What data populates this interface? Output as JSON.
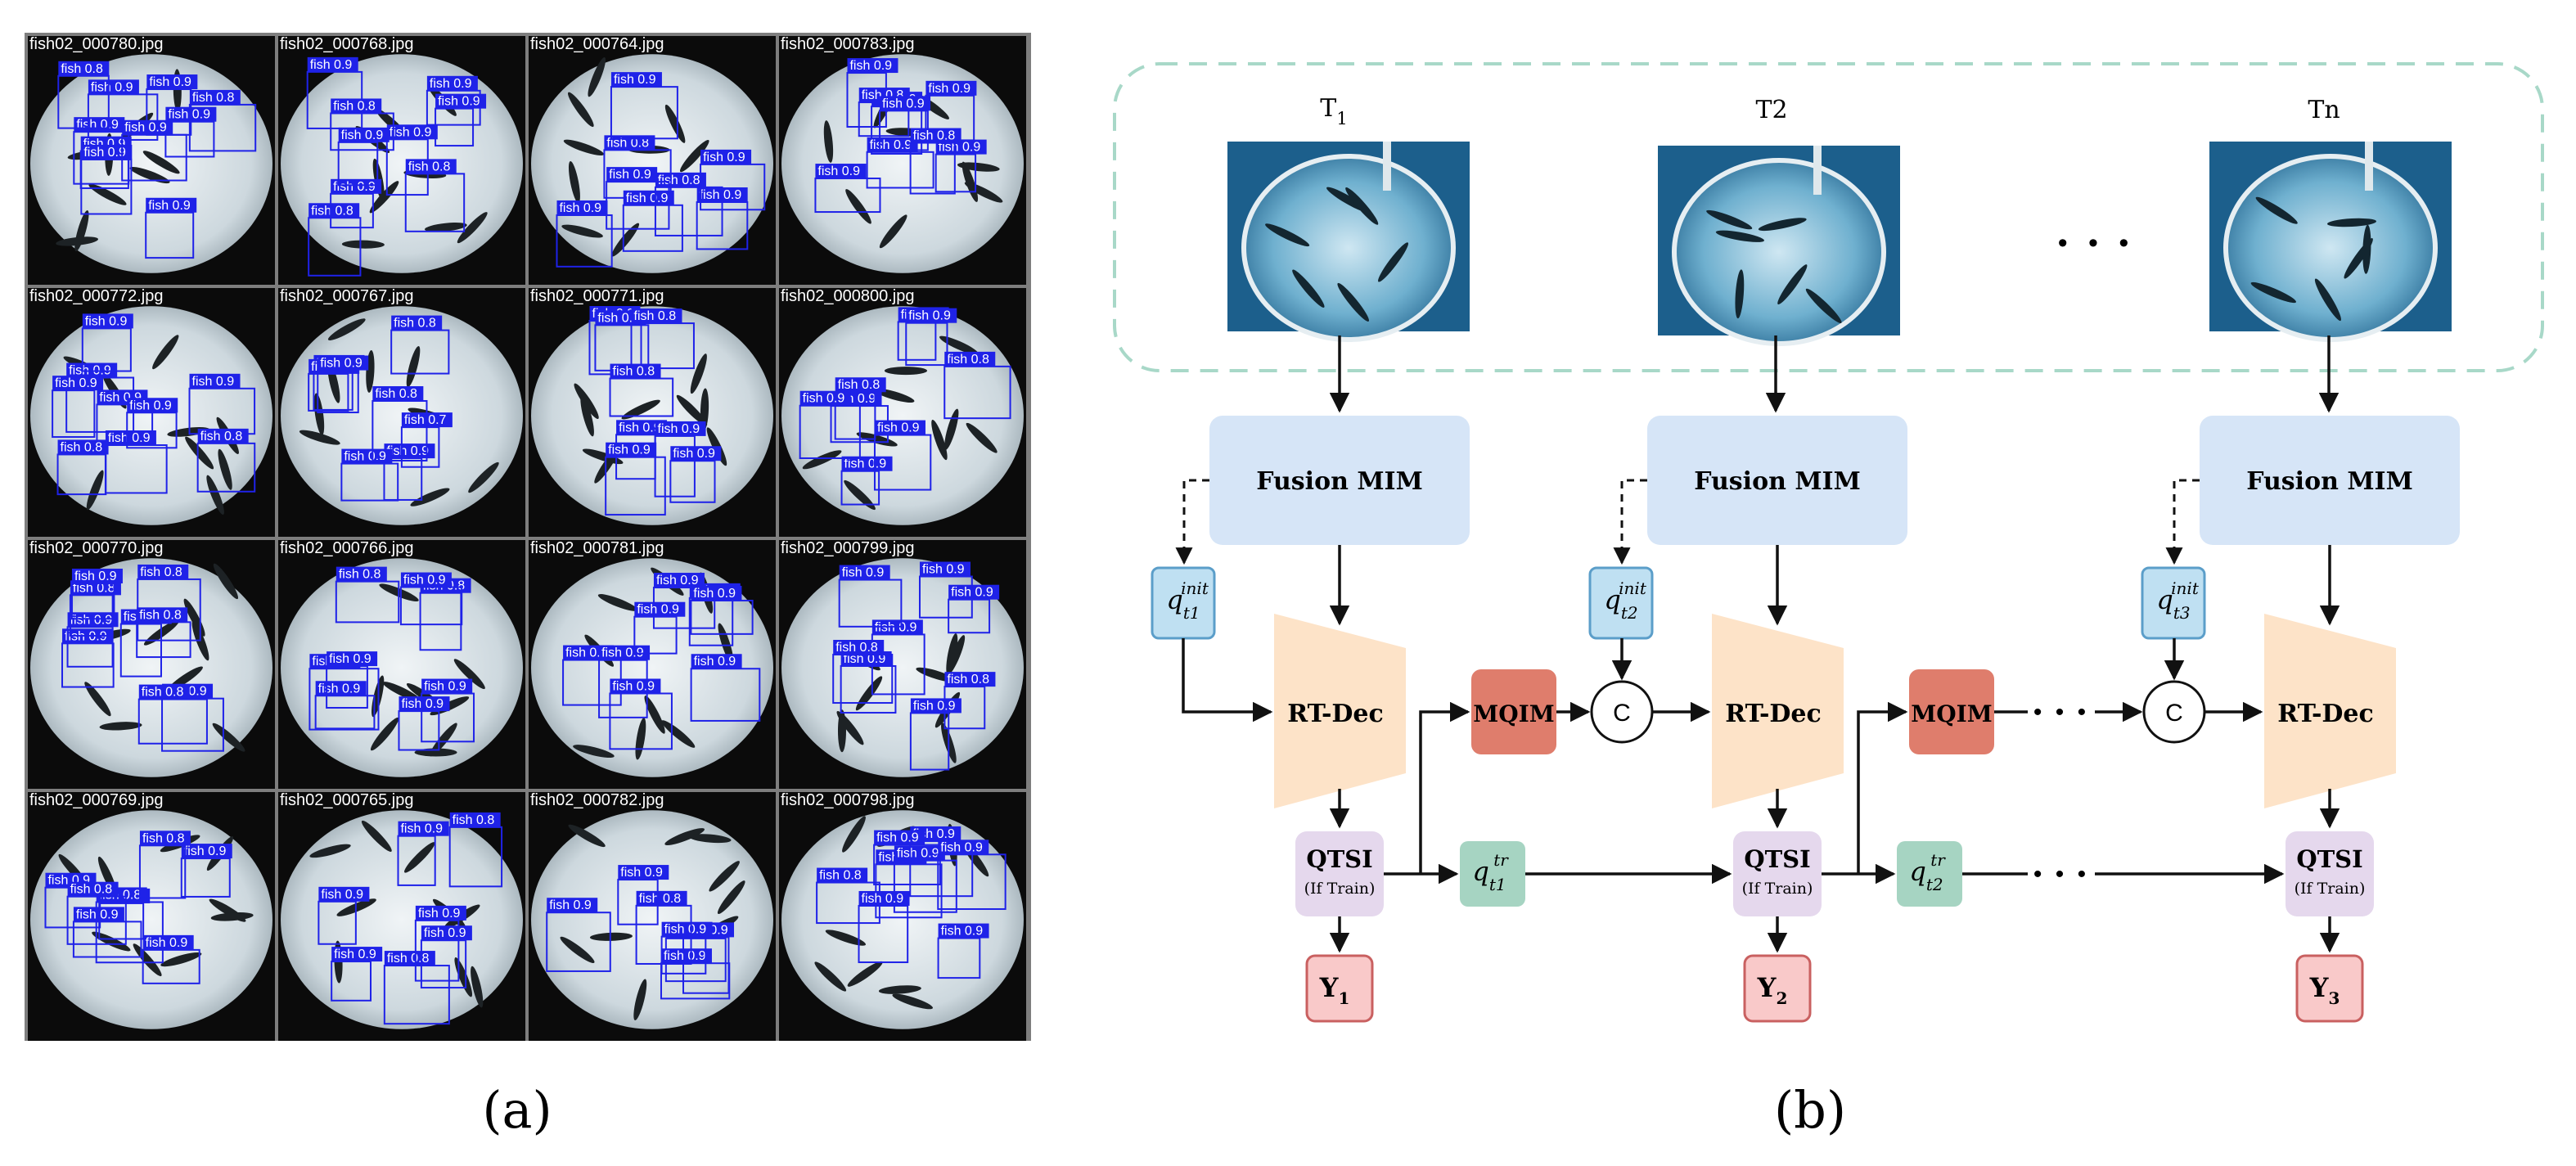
{
  "panel_a": {
    "caption": "(a)",
    "rows": [
      [
        "fish02_000780.jpg",
        "fish02_000768.jpg",
        "fish02_000764.jpg",
        "fish02_000783.jpg"
      ],
      [
        "fish02_000772.jpg",
        "fish02_000767.jpg",
        "fish02_000771.jpg",
        "fish02_000800.jpg"
      ],
      [
        "fish02_000770.jpg",
        "fish02_000766.jpg",
        "fish02_000781.jpg",
        "fish02_000799.jpg"
      ],
      [
        "fish02_000769.jpg",
        "fish02_000765.jpg",
        "fish02_000782.jpg",
        "fish02_000798.jpg"
      ]
    ],
    "detection_labels": [
      [
        [
          "fish 0.9",
          "fish 0.9",
          "fish 0.9",
          "fish 0.9",
          "fish 0.8",
          "fish 0.9",
          "fish 0.9",
          "fish 0.8",
          "fish 0.9",
          "fish 0.9"
        ],
        [
          "fish 0.8",
          "fish 0.9",
          "fish 0.9",
          "fish 0.8",
          "fish 0.9",
          "fish 0.9",
          "fish 0.9",
          "fish 0.9",
          "fish 0.8"
        ],
        [
          "fish 0.8",
          "fish 0.9",
          "fish 0.9",
          "fish 0.9",
          "fish 0.8",
          "fish 0.9",
          "fish 0.9",
          "fish 0.9"
        ],
        [
          "fish 0.9",
          "fish 0.9",
          "fish 0.9",
          "fish 0.9",
          "fish 0.9",
          "fish 0.8",
          "fish 0.9",
          "fish 0.9",
          "fish 0.8"
        ]
      ],
      [
        [
          "fish 0.9",
          "fish 0.9",
          "fish 0.9",
          "fish 0.9",
          "fish 0.9",
          "fish 0.8",
          "fish 0.9",
          "fish 0.8",
          "fish 0.9"
        ],
        [
          "fish 0.9",
          "fish 0.8",
          "fish 0.9",
          "fish 0.7",
          "fish 0.9",
          "fish 0.8",
          "fish 0.9",
          "fish 0.9"
        ],
        [
          "fish 0.9",
          "fish 0.9",
          "fish 0.9",
          "fish 0.8",
          "fish 0.9",
          "fish 0.9",
          "fish 0.9",
          "fish 0.8"
        ],
        [
          "fish 0.9",
          "fish 0.9",
          "fish 0.9",
          "fish 0.8",
          "fish 0.9",
          "fish 0.8",
          "fish 0.9",
          "fish 0.9"
        ]
      ],
      [
        [
          "fish 0.9",
          "fish 0.8",
          "fish 0.9",
          "fish 0.9",
          "fish 0.8",
          "fish 0.9",
          "fish 0.9",
          "fish 0.8",
          "fish 0.8"
        ],
        [
          "fish 0.9",
          "fish 0.8",
          "fish 0.9",
          "fish 0.8",
          "fish 0.9",
          "fish 0.9",
          "fish 0.9",
          "fish 0.9"
        ],
        [
          "fish 0.9",
          "fish 0.9",
          "fish 0.9",
          "fish 0.9",
          "fish 0.9",
          "fish 0.9",
          "fish 0.9",
          "fish 0.9"
        ],
        [
          "fish 0.9",
          "fish 0.9",
          "fish 0.9",
          "fish 0.9",
          "fish 0.8",
          "fish 0.9",
          "fish 0.9",
          "fish 0.8"
        ]
      ],
      [
        [
          "fish 0.8",
          "fish 0.9",
          "fish 0.8",
          "fish 0.9",
          "fish 0.8",
          "fish 0.9",
          "fish 0.9",
          "fish 0.8"
        ],
        [
          "fish 0.8",
          "fish 0.9",
          "fish 0.8",
          "fish 0.9",
          "fish 0.9",
          "fish 0.9",
          "fish 0.9"
        ],
        [
          "fish 0.9",
          "fish 0.9",
          "fish 0.9",
          "fish 0.9",
          "fish 0.8",
          "fish 0.9",
          "fish 0.9"
        ],
        [
          "fish 0.9",
          "fish 0.9",
          "fish 0.9",
          "fish 0.9",
          "fish 0.8",
          "fish 0.9",
          "fish 0.9",
          "fish 0.9"
        ]
      ]
    ]
  },
  "panel_b": {
    "caption": "(b)",
    "frames": [
      "T",
      "T2",
      "Tn"
    ],
    "frame_t1_subscript": "1",
    "ellipsis": "• • •",
    "fusion_label": "Fusion MIM",
    "decoder_label": "RT-Dec",
    "mqim_label": "MQIM",
    "concat_label": "C",
    "qtsi_label": "QTSI",
    "qtsi_sub": "(If Train)",
    "query_symbol": "q",
    "init_sup": "init",
    "tr_sup": "tr",
    "init_queries": [
      "t1",
      "t2",
      "t3"
    ],
    "tr_queries": [
      "t1",
      "t2"
    ],
    "outputs": [
      {
        "base": "Y",
        "sub": "1"
      },
      {
        "base": "Y",
        "sub": "2"
      },
      {
        "base": "Y",
        "sub": "3"
      }
    ],
    "colors": {
      "dashed_border": "#a8d8c8",
      "fusion_fill": "#d6e5f7",
      "decoder_fill": "#fde3c8",
      "mqim_fill": "#df7d6c",
      "qtsi_fill": "#e5d8ed",
      "init_query_fill": "#bfe0f2",
      "init_query_stroke": "#5b9ec9",
      "tr_query_fill": "#a6d4c2",
      "output_fill": "#f9c9c9",
      "output_stroke": "#c96060",
      "detection_blue": "#1f22e8"
    }
  }
}
